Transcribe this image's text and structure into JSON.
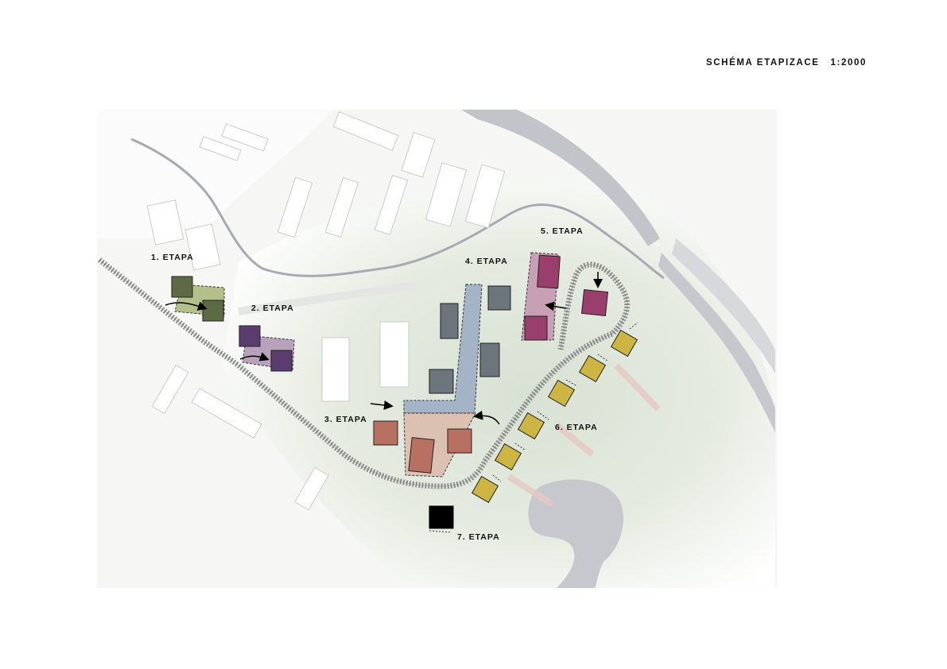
{
  "title": {
    "text": "SCHÉMA ETAPIZACE",
    "scale": "1:2000"
  },
  "stages": [
    {
      "label": "1. ETAPA",
      "color": "#5e6a46",
      "area_color": "#b4c08a"
    },
    {
      "label": "2. ETAPA",
      "color": "#5a3c6e",
      "area_color": "#b8a2bb"
    },
    {
      "label": "3. ETAPA",
      "color": "#b87060",
      "area_color": "#dcc0b2"
    },
    {
      "label": "4. ETAPA",
      "color": "#6c747c",
      "area_color": "#a4b4c6"
    },
    {
      "label": "5. ETAPA",
      "color": "#9a3e6c",
      "area_color": "#c8a0b6"
    },
    {
      "label": "6. ETAPA",
      "color": "#cdb544",
      "area_color": "#e8dfa8"
    },
    {
      "label": "7. ETAPA",
      "color": "#000000",
      "area_color": "#e8e8e8"
    }
  ],
  "colors": {
    "water": "#cbccd2",
    "terrain": "#dfe6dd",
    "existing_buildings": "#ffffff",
    "road": "#8e8e8e"
  }
}
